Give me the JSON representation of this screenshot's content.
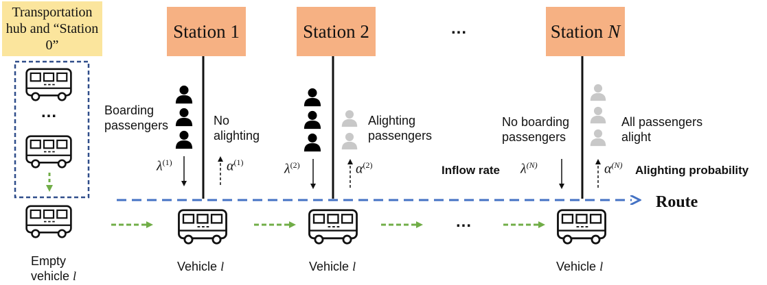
{
  "hub": {
    "label": "Transportation hub and “Station 0”",
    "fleet_ellipsis": "...",
    "empty_vehicle_prefix": "Empty",
    "empty_vehicle_word": "vehicle",
    "vehicle_symbol": "l"
  },
  "stations": [
    {
      "name": "Station",
      "index": "1"
    },
    {
      "name": "Station",
      "index": "2"
    },
    {
      "name": "Station",
      "index": "N"
    }
  ],
  "station_ellipsis": "...",
  "station1": {
    "boarding_line1": "Boarding",
    "boarding_line2": "passengers",
    "alighting_line1": "No",
    "alighting_line2": "alighting"
  },
  "station2": {
    "alighting_line1": "Alighting",
    "alighting_line2": "passengers"
  },
  "stationN": {
    "boarding_line1": "No boarding",
    "boarding_line2": "passengers",
    "alighting_line1": "All passengers",
    "alighting_line2": "alight"
  },
  "rates": {
    "lambda": "λ",
    "alpha": "α",
    "sup1": "(1)",
    "sup2": "(2)",
    "supN": "(N)"
  },
  "inflow_label": "Inflow rate",
  "alighting_prob_label": "Alighting probability",
  "route_label": "Route",
  "vehicle_label": "Vehicle",
  "vehicle_symbol": "l",
  "vehicle_ellipsis": "...",
  "colors": {
    "hub_fill": "#fbe59d",
    "station_fill": "#f6b183",
    "route_dash": "#4472c4",
    "flow_arrow": "#70ad47",
    "waiting_person": "#000000",
    "alighting_person": "#c8c8c8"
  }
}
